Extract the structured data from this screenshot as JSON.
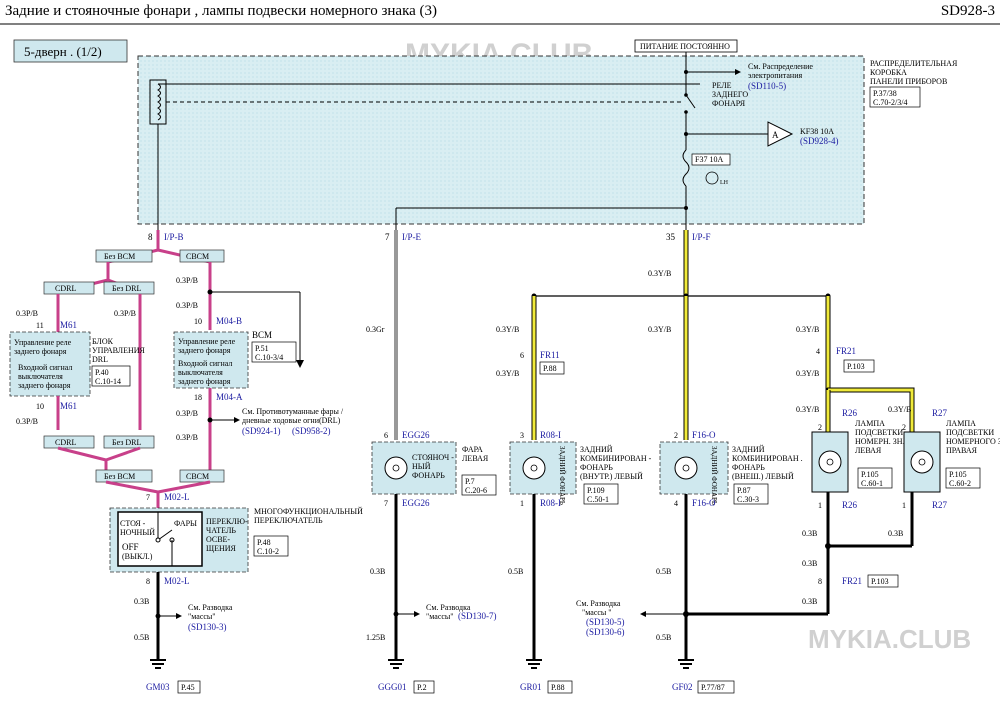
{
  "header": {
    "title": "Задние   и стояночные   фонари , лампы подвески   номерного знака (3)",
    "code": "SD928-3"
  },
  "variant": "5-дверн . (1/2)",
  "watermark": "MYKIA.CLUB",
  "power_label": "ПИТАНИЕ ПОСТОЯННО",
  "junction_box": {
    "name_l1": "РАСПРЕДЕЛИТЕЛЬНАЯ",
    "name_l2": "КОРОБКА",
    "name_l3": "ПАНЕЛИ ПРИБОРОВ",
    "ref_p": "P.37/38",
    "ref_c": "C.70-2/3/4",
    "power_ref_l1": "См. Распределение",
    "power_ref_l2": "электропитания",
    "power_ref_link": "(SD110-5)",
    "relay_l1": "РЕЛЕ",
    "relay_l2": "ЗАДНЕГО",
    "relay_l3": "ФОНАРЯ",
    "kf_label": "KF38 10A",
    "kf_link": "(SD928-4)",
    "connector_a": "A",
    "fuse_label": "F37 10A",
    "fuse_tag": "LH"
  },
  "pins": {
    "ipb": "I/P-B",
    "ipb_n": "8",
    "ipe": "I/P-E",
    "ipe_n": "7",
    "ipf": "I/P-F",
    "ipf_n": "35"
  },
  "left": {
    "bez_bcm": "Без BCM",
    "cbcm": "CBCM",
    "cdrl": "CDRL",
    "bez_drl": "Без DRL",
    "w03pb": "0.3P/B",
    "m61": "M61",
    "m61_top_n": "11",
    "m61_bot_n": "10",
    "drl_box_l1": "Управление  реле",
    "drl_box_l2": "заднего  фонаря",
    "drl_box_l3": "Входной сигнал",
    "drl_box_l4": "выключателя",
    "drl_box_l5": "заднего  фонаря",
    "drl_name_l1": "БЛОК",
    "drl_name_l2": "УПРАВЛЕНИЯ",
    "drl_name_l3": "DRL",
    "drl_ref_p": "P.40",
    "drl_ref_c": "C.10-14",
    "m04b": "M04-B",
    "m04b_n": "10",
    "m04a": "M04-A",
    "m04a_n": "18",
    "bcm_box_l1": "Управление  реле",
    "bcm_box_l2": "заднего фонаря",
    "bcm_box_l3": "Входной сигнал",
    "bcm_box_l4": "выключателя",
    "bcm_box_l5": "заднего  фонаря",
    "bcm_name": "BCM",
    "bcm_ref_p": "P.51",
    "bcm_ref_c": "C.10-3/4",
    "fog_ref_l1": "См. Противотуманные   фары /",
    "fog_ref_l2": "дневные  ходовые огни(DRL)",
    "fog_link1": "(SD924-1)",
    "fog_link2": "(SD958-2)",
    "m02l": "M02-L",
    "m02l_top_n": "7",
    "m02l_bot_n": "8",
    "sw_l1": "СТОЯ -",
    "sw_l2": "НОЧНЫЙ",
    "sw_off": "OFF",
    "sw_off2": "(ВЫКЛ.)",
    "sw_fary": "ФАРЫ",
    "sw_p1": "ПЕРЕКЛЮ-",
    "sw_p2": "ЧАТЕЛЬ",
    "sw_p3": "ОСВЕ-",
    "sw_p4": "ЩЕНИЯ",
    "sw_name_l1": "МНОГОФУНКЦИОНАЛЬНЫЙ",
    "sw_name_l2": "ПЕРЕКЛЮЧАТЕЛЬ",
    "sw_ref_p": "P.48",
    "sw_ref_c": "C.10-2",
    "w03b": "0.3B",
    "w05b": "0.5B",
    "gnd_ref_l1": "См. Разводка",
    "gnd_ref_l2": "\"массы\"",
    "gnd_link": "(SD130-3)",
    "gnd": "GM03",
    "gnd_p": "P.45"
  },
  "mid": {
    "wire": "0.3Gr",
    "egg26": "EGG26",
    "egg_top_n": "6",
    "egg_bot_n": "7",
    "lamp_l1": "СТОЯНОЧ -",
    "lamp_l2": "НЫЙ",
    "lamp_l3": "ФОНАРЬ",
    "name_l1": "ФАРА",
    "name_l2": "ЛЕВАЯ",
    "ref_p": "P.7",
    "ref_c": "C.20-6",
    "w03b": "0.3B",
    "w125b": "1.25B",
    "gnd_ref_l1": "См. Разводка",
    "gnd_ref_l2": "\"массы\"",
    "gnd_link": "(SD130-7)",
    "gnd": "GGG01",
    "gnd_p": "P.2"
  },
  "r08": {
    "w03yb": "0.3Y/B",
    "fr11": "FR11",
    "fr11_n": "6",
    "fr11_p": "P.88",
    "r08i": "R08-I",
    "top_n": "3",
    "bot_n": "1",
    "lamp_v": "ЗАДНИЙ ФОНАРЬ",
    "name_l1": "ЗАДНИЙ",
    "name_l2": "КОМБИНИРОВАН -",
    "name_l3": "ФОНАРЬ",
    "name_l4": "(ВНУТР.) ЛЕВЫЙ",
    "ref_p": "P.109",
    "ref_c": "C.50-1",
    "w05b": "0.5B",
    "gnd": "GR01",
    "gnd_p": "P.88"
  },
  "f16": {
    "w03yb": "0.3Y/B",
    "f16o": "F16-O",
    "top_n": "2",
    "bot_n": "4",
    "lamp_v": "ЗАДНИЙ ФОНАРЬ",
    "name_l1": "ЗАДНИЙ",
    "name_l2": "КОМБИНИРОВАН .",
    "name_l3": "ФОНАРЬ",
    "name_l4": "(ВНЕШ.) ЛЕВЫЙ",
    "ref_p": "P.87",
    "ref_c": "C.30-3",
    "w05b": "0.5B",
    "gnd_ref_l1": "См. Разводка",
    "gnd_ref_l2": "\"массы \"",
    "gnd_link1": "(SD130-5)",
    "gnd_link2": "(SD130-6)",
    "gnd": "GF02",
    "gnd_p": "P.77/87"
  },
  "right": {
    "w03yb": "0.3Y/B",
    "fr21": "FR21",
    "fr21_n": "4",
    "fr21_p": "P.103",
    "r26": "R26",
    "r27": "R27",
    "pin2": "2",
    "pin1": "1",
    "l_name_l1": "ЛАМПА",
    "l_name_l2": "ПОДСВЕТКИ",
    "l_name_l3": "НОМЕРН. ЗНАКА",
    "l_name_l4": "ЛЕВАЯ",
    "l_ref_p": "P.105",
    "l_ref_c": "C.60-1",
    "r_name_l1": "ЛАМПА",
    "r_name_l2": "ПОДСВЕТКИ",
    "r_name_l3": "НОМЕРНОГО ЗНАКА",
    "r_name_l4": "ПРАВАЯ",
    "r_ref_p": "P.105",
    "r_ref_c": "C.60-2",
    "w03b": "0.3B",
    "fr21b_n": "8",
    "fr21b_p": "P.103"
  }
}
